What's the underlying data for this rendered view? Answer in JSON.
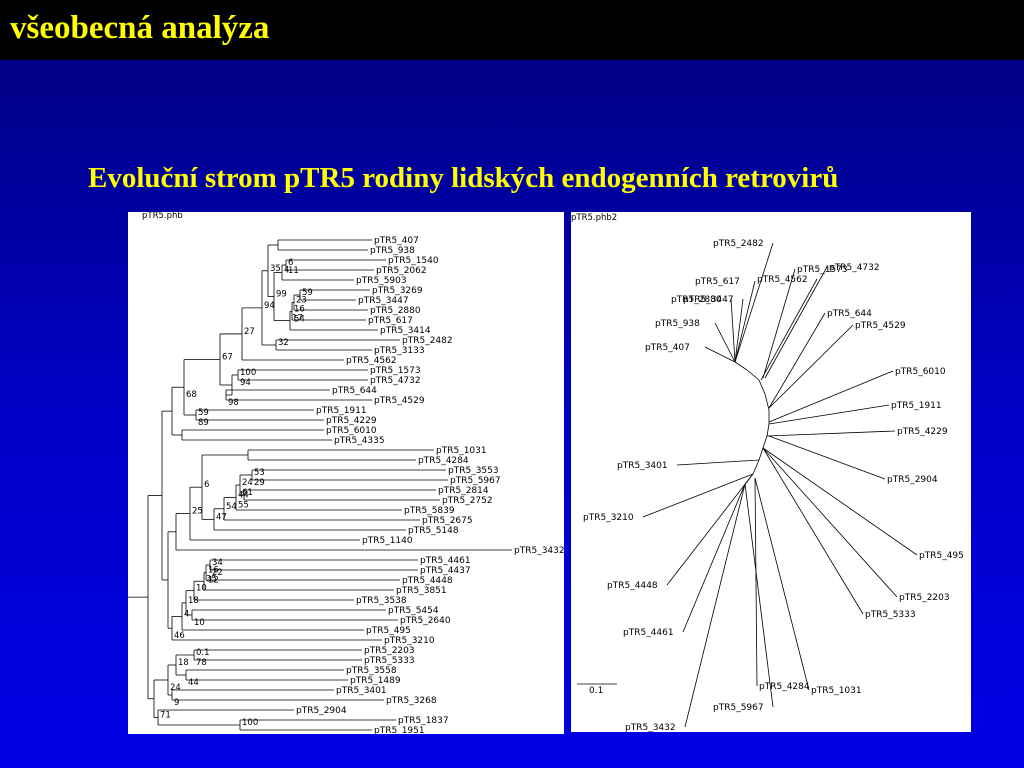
{
  "header": {
    "title": "všeobecná analýza"
  },
  "subtitle": "Evoluční strom pTR5 rodiny lidských endogenních retrovirů",
  "left_tree": {
    "file_title": "pTR5.phb",
    "leaves": [
      "pTR5_407",
      "pTR5_938",
      "pTR5_1540",
      "pTR5_2062",
      "pTR5_5903",
      "pTR5_3269",
      "pTR5_3447",
      "pTR5_2880",
      "pTR5_617",
      "pTR5_3414",
      "pTR5_2482",
      "pTR5_3133",
      "pTR5_4562",
      "pTR5_1573",
      "pTR5_4732",
      "pTR5_644",
      "pTR5_4529",
      "pTR5_1911",
      "pTR5_4229",
      "pTR5_6010",
      "pTR5_4335",
      "pTR5_1031",
      "pTR5_4284",
      "pTR5_3553",
      "pTR5_5967",
      "pTR5_2814",
      "pTR5_2752",
      "pTR5_5839",
      "pTR5_2675",
      "pTR5_5148",
      "pTR5_1140",
      "pTR5_3432",
      "pTR5_4461",
      "pTR5_4437",
      "pTR5_4448",
      "pTR5_3851",
      "pTR5_3538",
      "pTR5_5454",
      "pTR5_2640",
      "pTR5_495",
      "pTR5_3210",
      "pTR5_2203",
      "pTR5_5333",
      "pTR5_3558",
      "pTR5_1489",
      "pTR5_3401",
      "pTR5_3268",
      "pTR5_2904",
      "pTR5_1837",
      "pTR5_1951"
    ],
    "bootstrap": [
      "6",
      "11",
      "4",
      "99",
      "17",
      "59",
      "23",
      "16",
      "54",
      "35",
      "94",
      "32",
      "27",
      "100",
      "94",
      "98",
      "67",
      "59",
      "89",
      "68",
      "53",
      "29",
      "24",
      "44",
      "61",
      "55",
      "54",
      "47",
      "6",
      "25",
      "34",
      "22",
      "16",
      "12",
      "35",
      "10",
      "18",
      "4",
      "10",
      "46",
      "0.1",
      "78",
      "44",
      "18",
      "9",
      "24",
      "71",
      "100"
    ]
  },
  "right_tree": {
    "file_title": "pTR5.phb2",
    "scale_label": "0.1",
    "labels": [
      "pTR5_2482",
      "pTR5_4732",
      "pTR5_1573",
      "pTR5_4562",
      "pTR5_617",
      "pTR5_2880",
      "pTR5_3447",
      "pTR5_938",
      "pTR5_407",
      "pTR5_644",
      "pTR5_4529",
      "pTR5_6010",
      "pTR5_1911",
      "pTR5_4229",
      "pTR5_3401",
      "pTR5_2904",
      "pTR5_3210",
      "pTR5_495",
      "pTR5_2203",
      "pTR5_5333",
      "pTR5_4448",
      "pTR5_4461",
      "pTR5_4284",
      "pTR5_1031",
      "pTR5_5967",
      "pTR5_3432"
    ]
  }
}
